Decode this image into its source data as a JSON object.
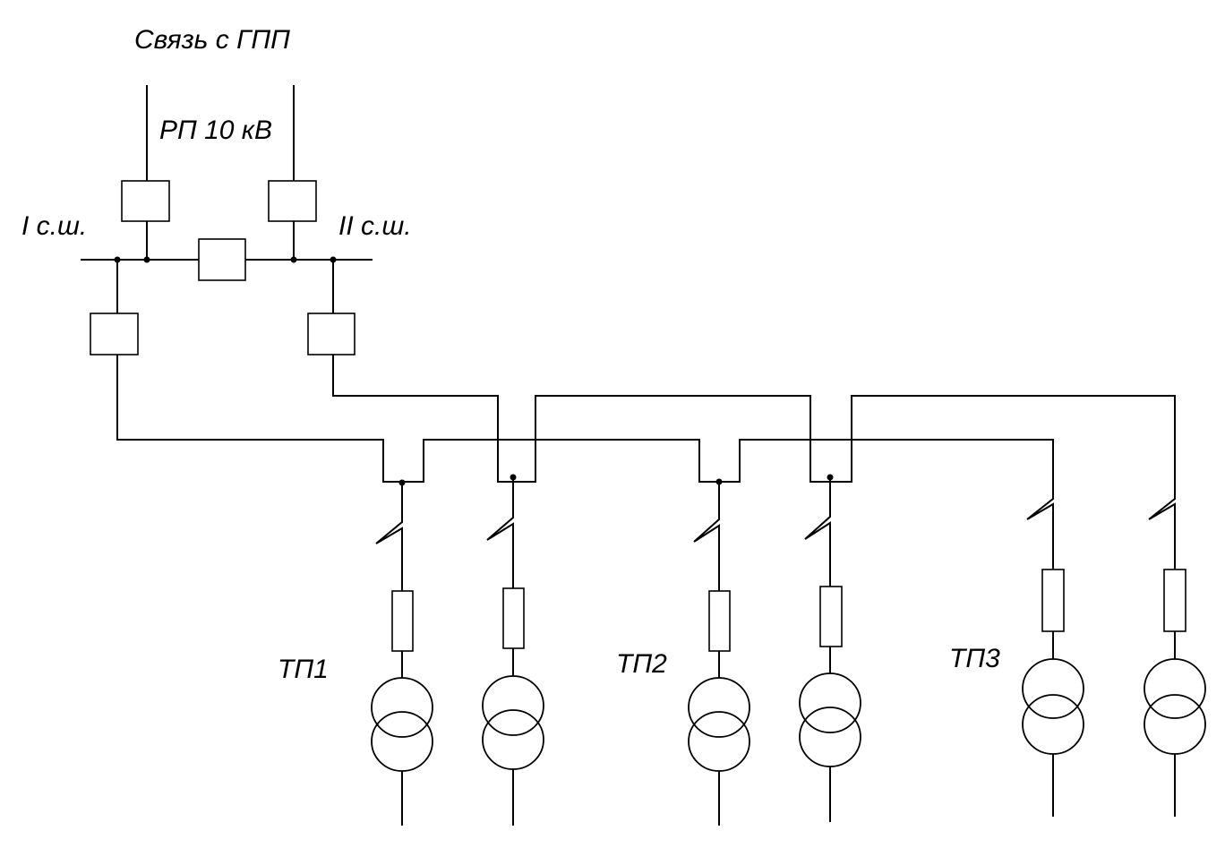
{
  "labels": {
    "grid_link": "Связь с ГПП",
    "switchgear": "РП 10 кВ",
    "bus_1": "I с.ш.",
    "bus_2": "II с.ш.",
    "tp1": "ТП1",
    "tp2": "ТП2",
    "tp3": "ТП3"
  }
}
